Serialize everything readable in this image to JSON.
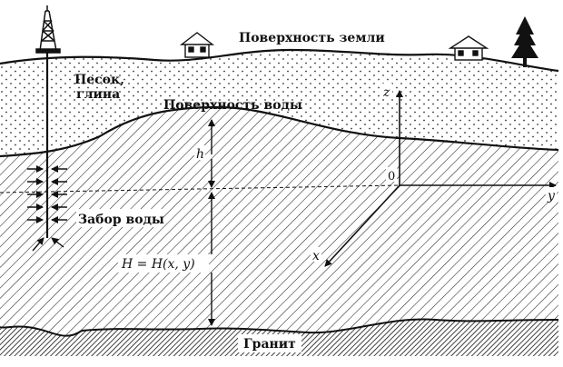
{
  "labels": {
    "ground_surface": "Поверхность земли",
    "sand_clay_line1": "Песок,",
    "sand_clay_line2": "глина",
    "water_surface": "Поверхность воды",
    "water_intake": "Забор воды",
    "granite": "Гранит",
    "h": "h",
    "H_formula": "H = H(x, y)",
    "origin": "0",
    "axis_x": "x",
    "axis_y": "y",
    "axis_z": "z"
  }
}
